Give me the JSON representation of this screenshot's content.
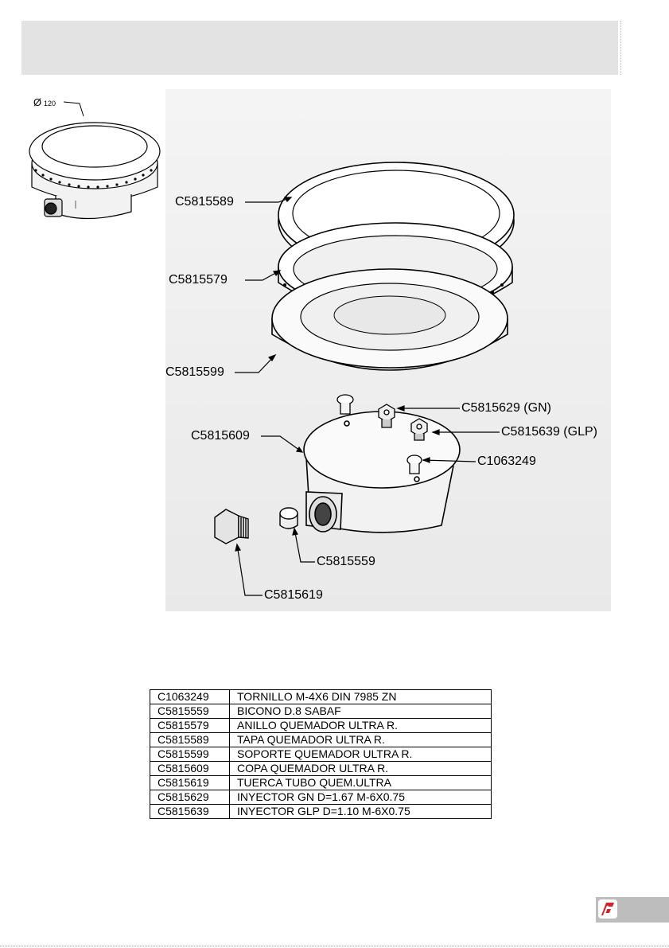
{
  "dimension": {
    "symbol": "Ø",
    "value": "120"
  },
  "callouts": {
    "tapa": "C5815589",
    "anillo": "C5815579",
    "soporte": "C5815599",
    "copa": "C5815609",
    "inyector_gn": "C5815629 (GN)",
    "inyector_glp": "C5815639 (GLP)",
    "tornillo": "C1063249",
    "bicono": "C5815559",
    "tuerca": "C5815619"
  },
  "parts_list": [
    {
      "code": "C1063249",
      "description": "TORNILLO M-4X6 DIN 7985 ZN"
    },
    {
      "code": "C5815559",
      "description": "BICONO D.8 SABAF"
    },
    {
      "code": "C5815579",
      "description": "ANILLO QUEMADOR ULTRA R."
    },
    {
      "code": "C5815589",
      "description": "TAPA QUEMADOR ULTRA R."
    },
    {
      "code": "C5815599",
      "description": "SOPORTE QUEMADOR ULTRA R."
    },
    {
      "code": "C5815609",
      "description": "COPA QUEMADOR ULTRA R."
    },
    {
      "code": "C5815619",
      "description": "TUERCA TUBO QUEM.ULTRA"
    },
    {
      "code": "C5815629",
      "description": "INYECTOR GN D=1.67 M-6X0.75"
    },
    {
      "code": "C5815639",
      "description": "INYECTOR GLP D=1.10 M-6X0.75"
    }
  ],
  "colors": {
    "header": "#e3e3e3",
    "logo_bg": "#bdbdbd",
    "logo_red": "#d2232a"
  },
  "icons": {
    "logo": "brand-logo-icon"
  }
}
